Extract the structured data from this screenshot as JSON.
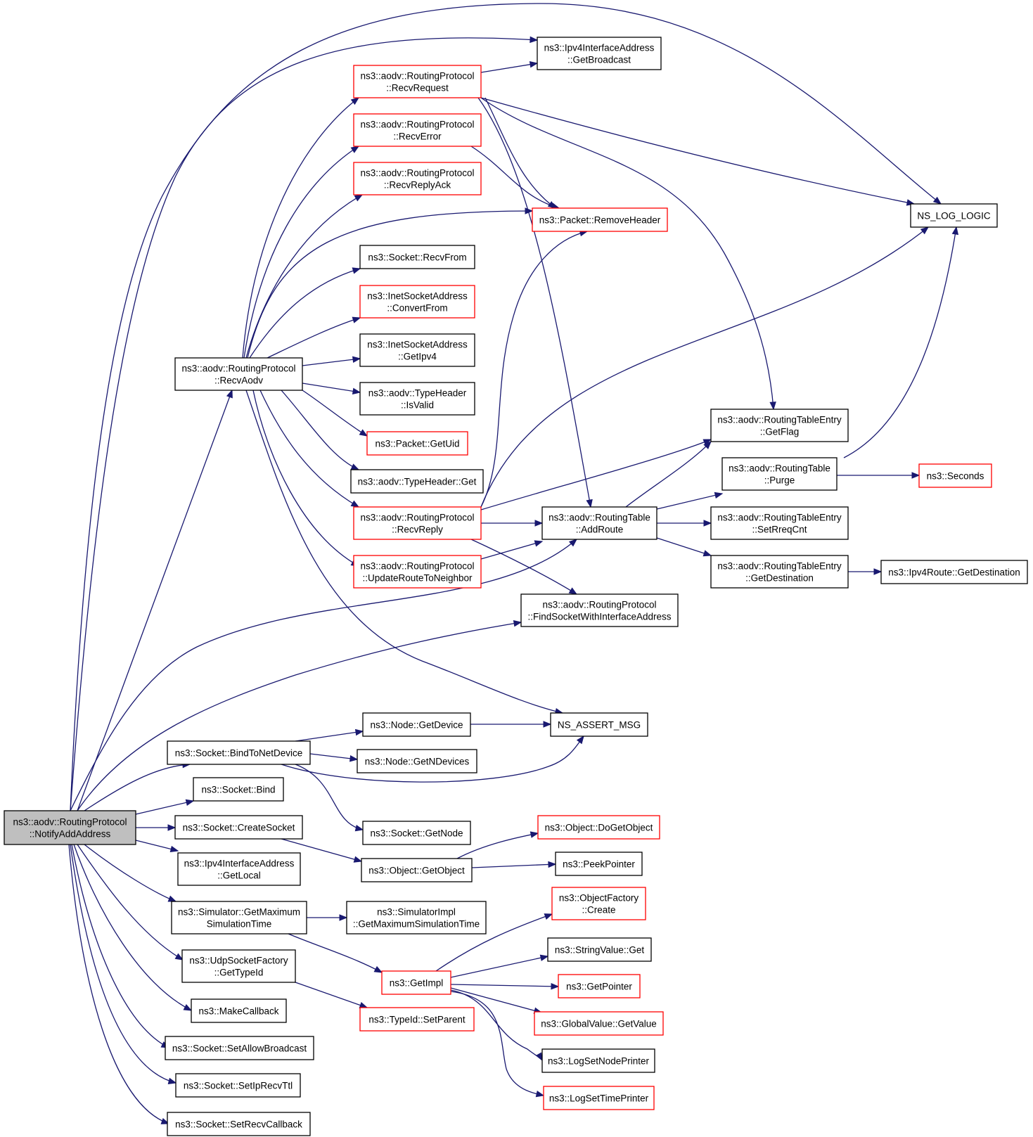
{
  "colors": {
    "edge": "#191970",
    "normal_border": "#000000",
    "truncated_border": "#ff0000",
    "root_fill": "#bfbfbf"
  },
  "nodes": {
    "root": {
      "lines": [
        "ns3::aodv::RoutingProtocol",
        "::NotifyAddAddress"
      ],
      "style": "root"
    },
    "recvAodv": {
      "lines": [
        "ns3::aodv::RoutingProtocol",
        "::RecvAodv"
      ],
      "style": "black"
    },
    "recvRequest": {
      "lines": [
        "ns3::aodv::RoutingProtocol",
        "::RecvRequest"
      ],
      "style": "red"
    },
    "recvError": {
      "lines": [
        "ns3::aodv::RoutingProtocol",
        "::RecvError"
      ],
      "style": "red"
    },
    "recvReplyAck": {
      "lines": [
        "ns3::aodv::RoutingProtocol",
        "::RecvReplyAck"
      ],
      "style": "red"
    },
    "socketRecvFrom": {
      "lines": [
        "ns3::Socket::RecvFrom"
      ],
      "style": "black"
    },
    "inetConvertFrom": {
      "lines": [
        "ns3::InetSocketAddress",
        "::ConvertFrom"
      ],
      "style": "red"
    },
    "inetGetIpv4": {
      "lines": [
        "ns3::InetSocketAddress",
        "::GetIpv4"
      ],
      "style": "black"
    },
    "typeHeaderIsValid": {
      "lines": [
        "ns3::aodv::TypeHeader",
        "::IsValid"
      ],
      "style": "black"
    },
    "packetGetUid": {
      "lines": [
        "ns3::Packet::GetUid"
      ],
      "style": "red"
    },
    "typeHeaderGet": {
      "lines": [
        "ns3::aodv::TypeHeader::Get"
      ],
      "style": "black"
    },
    "recvReply": {
      "lines": [
        "ns3::aodv::RoutingProtocol",
        "::RecvReply"
      ],
      "style": "red"
    },
    "updateRoute": {
      "lines": [
        "ns3::aodv::RoutingProtocol",
        "::UpdateRouteToNeighbor"
      ],
      "style": "red"
    },
    "ipv4GetBroadcast": {
      "lines": [
        "ns3::Ipv4InterfaceAddress",
        "::GetBroadcast"
      ],
      "style": "black"
    },
    "removeHeader": {
      "lines": [
        "ns3::Packet::RemoveHeader"
      ],
      "style": "red"
    },
    "nsLogLogic": {
      "lines": [
        "NS_LOG_LOGIC"
      ],
      "style": "black"
    },
    "getFlag": {
      "lines": [
        "ns3::aodv::RoutingTableEntry",
        "::GetFlag"
      ],
      "style": "black"
    },
    "purge": {
      "lines": [
        "ns3::aodv::RoutingTable",
        "::Purge"
      ],
      "style": "black"
    },
    "seconds": {
      "lines": [
        "ns3::Seconds"
      ],
      "style": "red"
    },
    "addRoute": {
      "lines": [
        "ns3::aodv::RoutingTable",
        "::AddRoute"
      ],
      "style": "black"
    },
    "setRreqCnt": {
      "lines": [
        "ns3::aodv::RoutingTableEntry",
        "::SetRreqCnt"
      ],
      "style": "black"
    },
    "getDestinationEntry": {
      "lines": [
        "ns3::aodv::RoutingTableEntry",
        "::GetDestination"
      ],
      "style": "black"
    },
    "ipv4RouteGetDestination": {
      "lines": [
        "ns3::Ipv4Route::GetDestination"
      ],
      "style": "black"
    },
    "findSocket": {
      "lines": [
        "ns3::aodv::RoutingProtocol",
        "::FindSocketWithInterfaceAddress"
      ],
      "style": "black"
    },
    "nsAssertMsg": {
      "lines": [
        "NS_ASSERT_MSG"
      ],
      "style": "black"
    },
    "nodeGetDevice": {
      "lines": [
        "ns3::Node::GetDevice"
      ],
      "style": "black"
    },
    "bindToNetDevice": {
      "lines": [
        "ns3::Socket::BindToNetDevice"
      ],
      "style": "black"
    },
    "nodeGetNDevices": {
      "lines": [
        "ns3::Node::GetNDevices"
      ],
      "style": "black"
    },
    "socketBind": {
      "lines": [
        "ns3::Socket::Bind"
      ],
      "style": "black"
    },
    "socketGetNode": {
      "lines": [
        "ns3::Socket::GetNode"
      ],
      "style": "black"
    },
    "createSocket": {
      "lines": [
        "ns3::Socket::CreateSocket"
      ],
      "style": "black"
    },
    "doGetObject": {
      "lines": [
        "ns3::Object::DoGetObject"
      ],
      "style": "red"
    },
    "objectGetObject": {
      "lines": [
        "ns3::Object::GetObject"
      ],
      "style": "black"
    },
    "peekPointer": {
      "lines": [
        "ns3::PeekPointer"
      ],
      "style": "black"
    },
    "ipv4GetLocal": {
      "lines": [
        "ns3::Ipv4InterfaceAddress",
        "::GetLocal"
      ],
      "style": "black"
    },
    "simGetMaxTime": {
      "lines": [
        "ns3::Simulator::GetMaximum",
        "SimulationTime"
      ],
      "style": "black"
    },
    "simImplGetMaxTime": {
      "lines": [
        "ns3::SimulatorImpl",
        "::GetMaximumSimulationTime"
      ],
      "style": "black"
    },
    "objectFactoryCreate": {
      "lines": [
        "ns3::ObjectFactory",
        "::Create"
      ],
      "style": "red"
    },
    "udpGetTypeId": {
      "lines": [
        "ns3::UdpSocketFactory",
        "::GetTypeId"
      ],
      "style": "black"
    },
    "stringValueGet": {
      "lines": [
        "ns3::StringValue::Get"
      ],
      "style": "black"
    },
    "getImpl": {
      "lines": [
        "ns3::GetImpl"
      ],
      "style": "red"
    },
    "getPointer": {
      "lines": [
        "ns3::GetPointer"
      ],
      "style": "red"
    },
    "makeCallback": {
      "lines": [
        "ns3::MakeCallback"
      ],
      "style": "black"
    },
    "typeIdSetParent": {
      "lines": [
        "ns3::TypeId::SetParent"
      ],
      "style": "red"
    },
    "globalValueGetValue": {
      "lines": [
        "ns3::GlobalValue::GetValue"
      ],
      "style": "red"
    },
    "setAllowBroadcast": {
      "lines": [
        "ns3::Socket::SetAllowBroadcast"
      ],
      "style": "black"
    },
    "logSetNodePrinter": {
      "lines": [
        "ns3::LogSetNodePrinter"
      ],
      "style": "black"
    },
    "setIpRecvTtl": {
      "lines": [
        "ns3::Socket::SetIpRecvTtl"
      ],
      "style": "black"
    },
    "logSetTimePrinter": {
      "lines": [
        "ns3::LogSetTimePrinter"
      ],
      "style": "red"
    },
    "setRecvCallback": {
      "lines": [
        "ns3::Socket::SetRecvCallback"
      ],
      "style": "black"
    }
  }
}
